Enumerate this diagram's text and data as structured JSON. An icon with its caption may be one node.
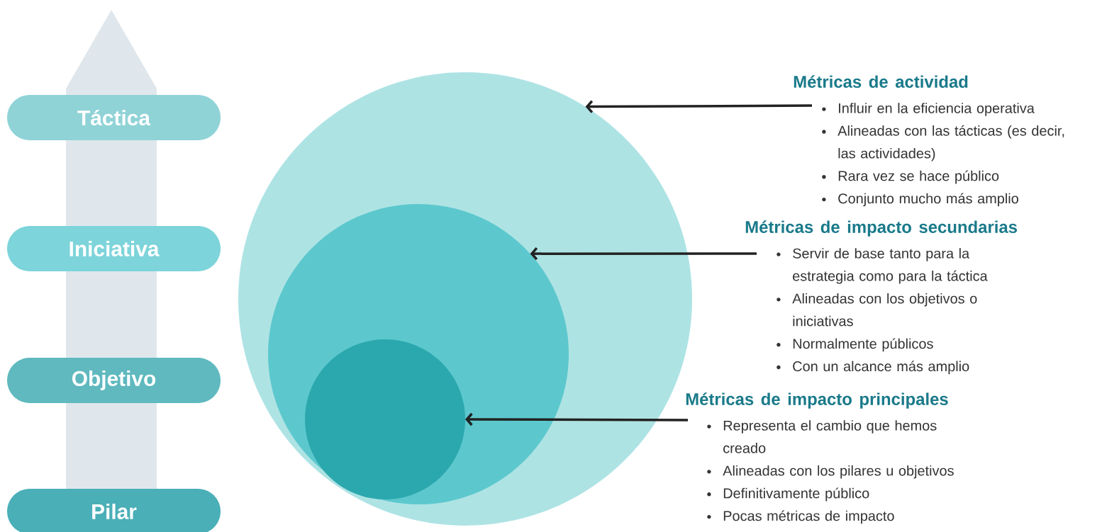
{
  "diagram": {
    "nodes": [
      {
        "text": [
          "Táctica"
        ]
      },
      {
        "text": [
          "Iniciativa"
        ]
      },
      {
        "text": [
          "Objetivo"
        ]
      },
      {
        "text": [
          "Pilar"
        ]
      },
      {
        "text": [],
        "shape": "circle"
      },
      {
        "text": [],
        "shape": "circle",
        "in": 4
      },
      {
        "text": [],
        "shape": "circle",
        "in": 5
      },
      {
        "text": [
          "Métricas de actividad",
          "Influir en la eficiencia operativa",
          "Alineadas con las tácticas (es decir, las actividades)",
          "Rara vez se hace público",
          "Conjunto mucho más amplio"
        ]
      },
      {
        "text": [
          "Métricas de impacto secundarias",
          "Servir de base tanto para la estrategia como para la táctica",
          "Alineadas con los objetivos o iniciativas",
          "Normalmente públicos",
          "Con un alcance más amplio"
        ]
      },
      {
        "text": [
          "Métricas de impacto principales",
          "Representa el cambio que hemos creado",
          "Alineadas con los pilares u objetivos",
          "Definitivamente público",
          "Pocas métricas de impacto"
        ]
      }
    ],
    "edges": [
      {
        "from": 7,
        "to": 4,
        "arrow": "to"
      },
      {
        "from": 8,
        "to": 5,
        "arrow": "to"
      },
      {
        "from": 9,
        "to": 6,
        "arrow": "to"
      }
    ]
  }
}
